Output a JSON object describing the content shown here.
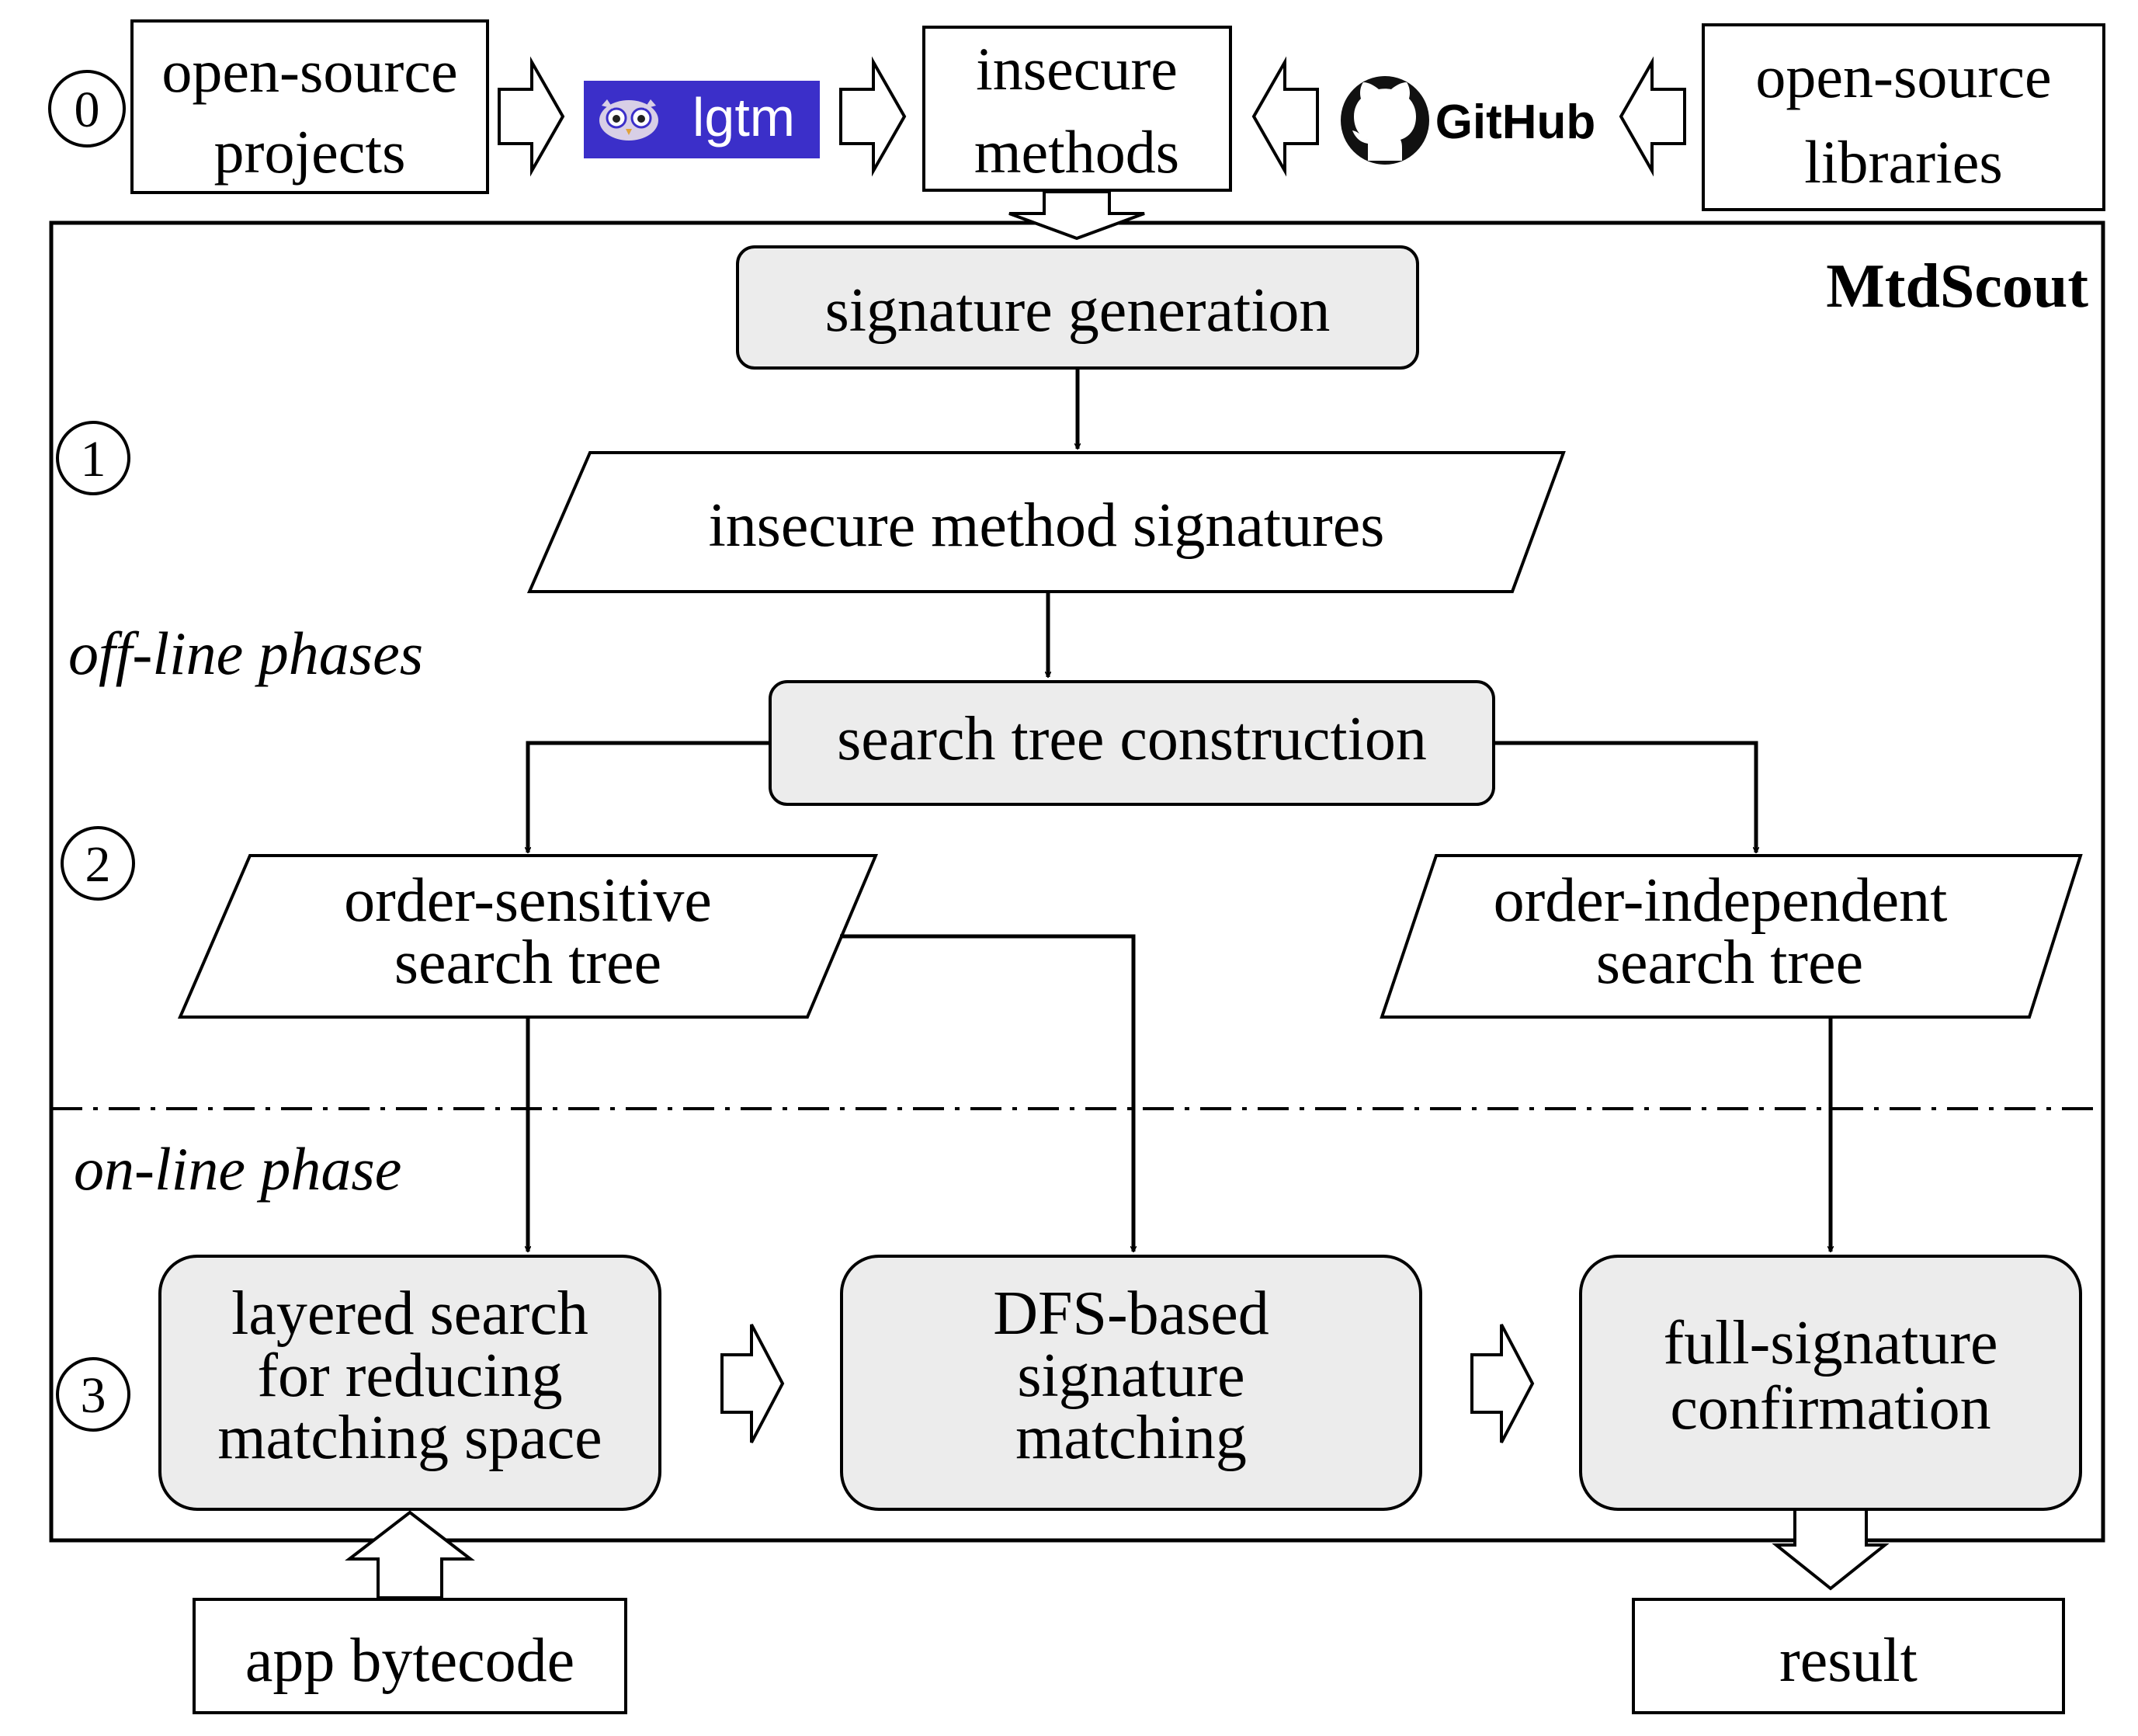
{
  "system_name": "MtdScout",
  "phase_labels": {
    "offline": "off-line phases",
    "online": "on-line phase"
  },
  "step_markers": {
    "step0": "0",
    "step1": "1",
    "step2": "2",
    "step3": "3"
  },
  "inputs": {
    "open_source_projects": [
      "open-source",
      "projects"
    ],
    "lgtm_logo": "lgtm",
    "insecure_methods": [
      "insecure",
      "methods"
    ],
    "github_logo": "GitHub",
    "open_source_libraries": [
      "open-source",
      "libraries"
    ]
  },
  "offline": {
    "signature_generation": "signature generation",
    "insecure_method_signatures": "insecure method signatures",
    "search_tree_construction": "search tree construction",
    "order_sensitive_tree": [
      "order-sensitive",
      "search tree"
    ],
    "order_independent_tree": [
      "order-independent",
      "search tree"
    ]
  },
  "online": {
    "layered_search": [
      "layered search",
      "for reducing",
      "matching space"
    ],
    "dfs_matching": [
      "DFS-based",
      "signature",
      "matching"
    ],
    "full_signature": [
      "full-signature",
      "confirmation"
    ]
  },
  "outputs": {
    "app_bytecode": "app bytecode",
    "result": "result"
  },
  "colors": {
    "process_fill": "#ececec",
    "stroke": "#000000",
    "lgtm_bg": "#3b2fc9"
  },
  "icons": {
    "lgtm": "owl-icon",
    "github": "octocat-icon"
  }
}
